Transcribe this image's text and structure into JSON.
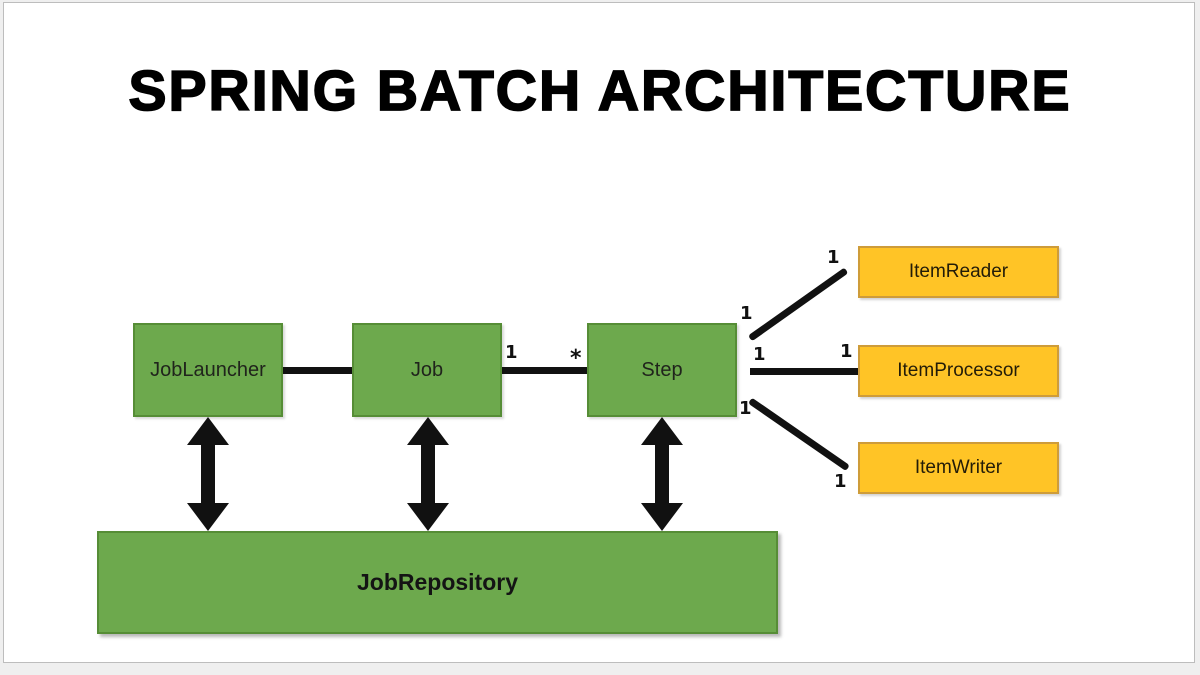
{
  "page": {
    "title": "SPRING BATCH ARCHITECTURE"
  },
  "boxes": {
    "job_launcher": {
      "label": "JobLauncher"
    },
    "job": {
      "label": "Job"
    },
    "step": {
      "label": "Step"
    },
    "job_repository": {
      "label": "JobRepository"
    },
    "item_reader": {
      "label": "ItemReader"
    },
    "item_processor": {
      "label": "ItemProcessor"
    },
    "item_writer": {
      "label": "ItemWriter"
    }
  },
  "multiplicity": {
    "job_step": {
      "near": "1",
      "far": "*"
    },
    "step_reader": {
      "near": "1",
      "far": "1"
    },
    "step_processor": {
      "near": "1",
      "far": "1"
    },
    "step_writer": {
      "near": "1",
      "far": "1"
    }
  },
  "connections": [
    {
      "from": "JobLauncher",
      "to": "Job",
      "type": "line"
    },
    {
      "from": "Job",
      "to": "Step",
      "type": "line",
      "from_multiplicity": "1",
      "to_multiplicity": "*"
    },
    {
      "from": "Step",
      "to": "ItemReader",
      "type": "line",
      "from_multiplicity": "1",
      "to_multiplicity": "1"
    },
    {
      "from": "Step",
      "to": "ItemProcessor",
      "type": "line",
      "from_multiplicity": "1",
      "to_multiplicity": "1"
    },
    {
      "from": "Step",
      "to": "ItemWriter",
      "type": "line",
      "from_multiplicity": "1",
      "to_multiplicity": "1"
    },
    {
      "from": "JobLauncher",
      "to": "JobRepository",
      "type": "double-arrow"
    },
    {
      "from": "Job",
      "to": "JobRepository",
      "type": "double-arrow"
    },
    {
      "from": "Step",
      "to": "JobRepository",
      "type": "double-arrow"
    }
  ],
  "colors": {
    "green_fill": "#6DA94D",
    "green_border": "#568D36",
    "orange_fill": "#FFC426",
    "orange_border": "#CE9C3A",
    "line_black": "#111111",
    "card_border": "#BDBDBD",
    "page_margin_bg": "#EFEFEF"
  }
}
